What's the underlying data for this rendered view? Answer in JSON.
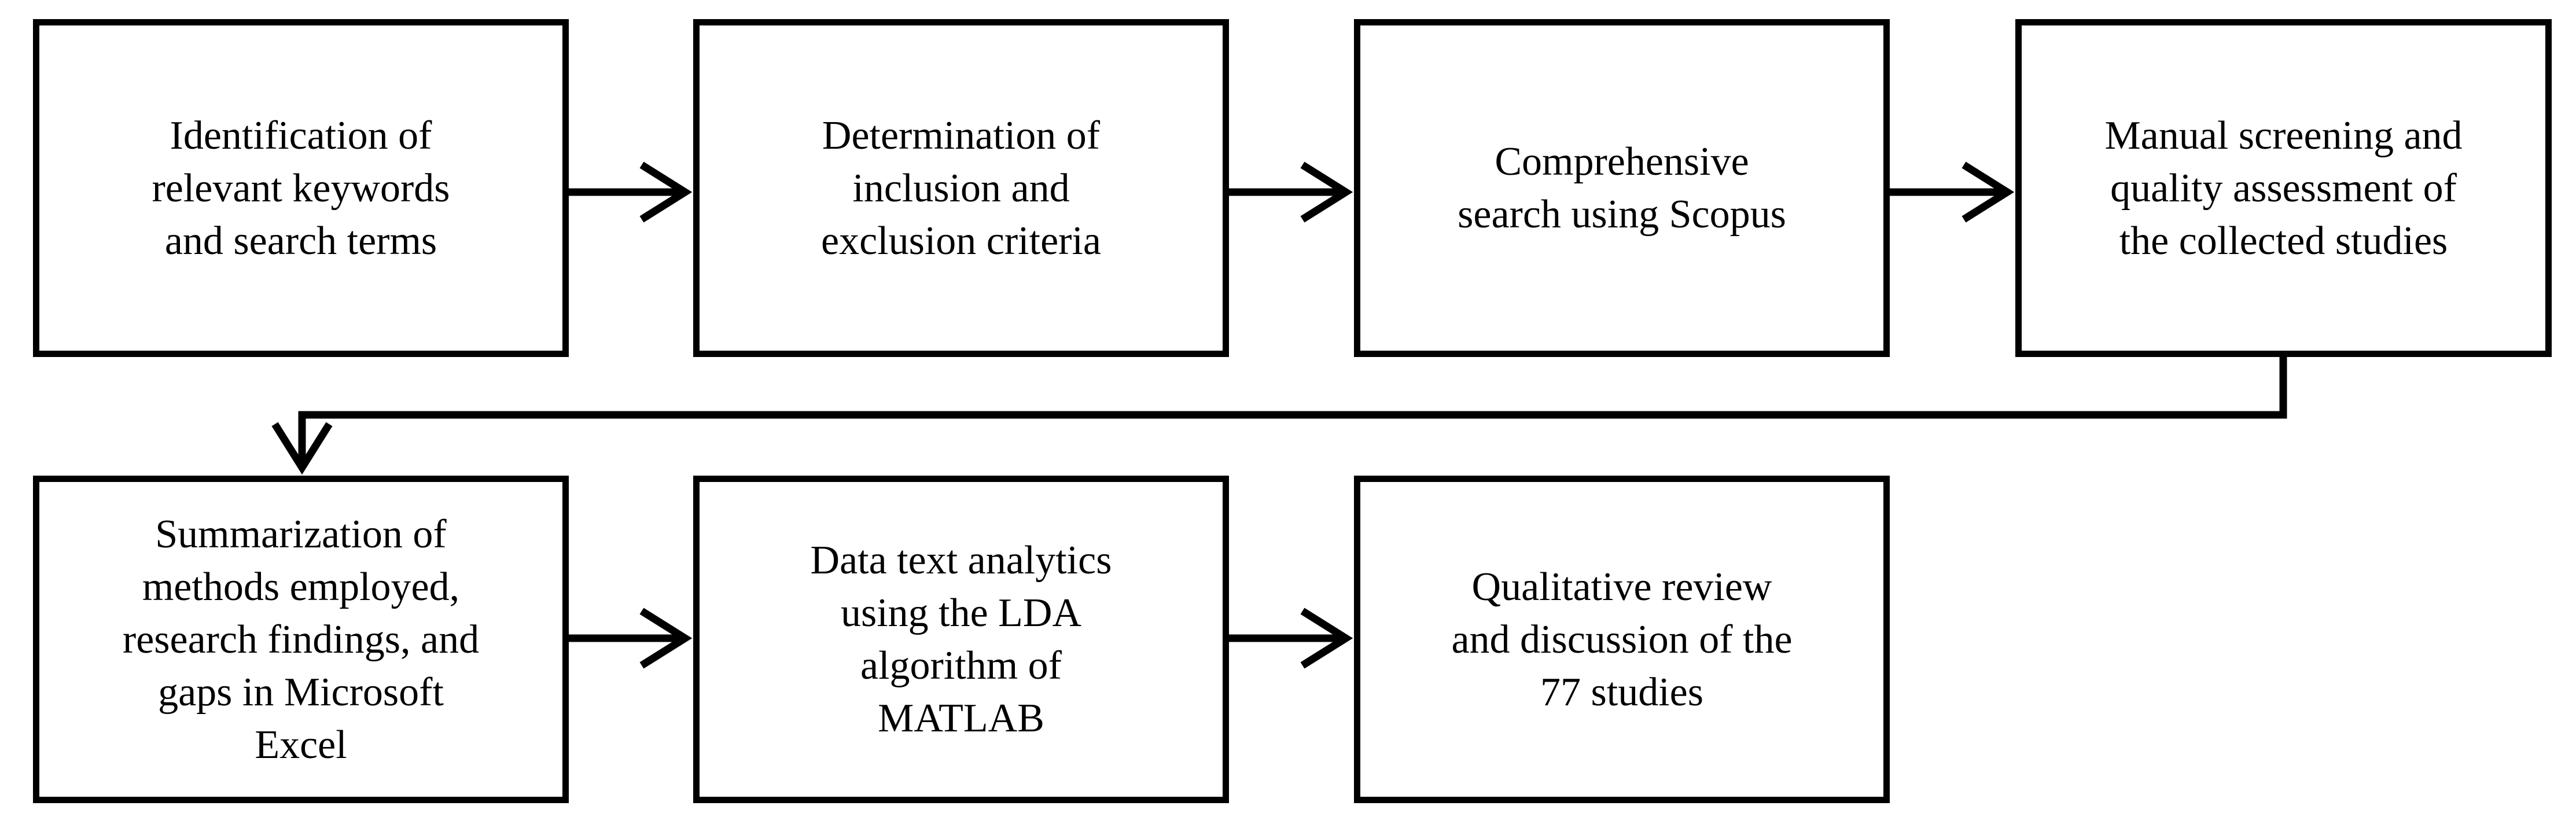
{
  "diagram": {
    "title": "Systematic literature review methodology flowchart",
    "type": "flowchart",
    "orientation": "left-to-right, two rows with wrap",
    "background_color": "#ffffff",
    "stroke_color": "#000000",
    "text_color": "#000000",
    "nodes": [
      {
        "id": "node-1",
        "order": 1,
        "label": "Identification of\nrelevant keywords\nand search terms",
        "row": 1,
        "column": 1
      },
      {
        "id": "node-2",
        "order": 2,
        "label": "Determination of\ninclusion and\nexclusion criteria",
        "row": 1,
        "column": 2
      },
      {
        "id": "node-3",
        "order": 3,
        "label": "Comprehensive\nsearch using Scopus",
        "row": 1,
        "column": 3
      },
      {
        "id": "node-4",
        "order": 4,
        "label": "Manual screening and\nquality assessment of\nthe collected studies",
        "row": 1,
        "column": 4
      },
      {
        "id": "node-5",
        "order": 5,
        "label": "Summarization of\nmethods employed,\nresearch findings, and\ngaps in Microsoft\nExcel",
        "row": 2,
        "column": 1
      },
      {
        "id": "node-6",
        "order": 6,
        "label": "Data text analytics\nusing the LDA\nalgorithm of\nMATLAB",
        "row": 2,
        "column": 2
      },
      {
        "id": "node-7",
        "order": 7,
        "label": "Qualitative review\nand discussion of the\n77 studies",
        "row": 2,
        "column": 3
      }
    ],
    "edges": [
      {
        "id": "edge-1-2",
        "from": "node-1",
        "to": "node-2",
        "style": "straight-right-arrow"
      },
      {
        "id": "edge-2-3",
        "from": "node-2",
        "to": "node-3",
        "style": "straight-right-arrow"
      },
      {
        "id": "edge-3-4",
        "from": "node-3",
        "to": "node-4",
        "style": "straight-right-arrow"
      },
      {
        "id": "edge-4-5",
        "from": "node-4",
        "to": "node-5",
        "style": "elbow-wrap-down-arrow"
      },
      {
        "id": "edge-5-6",
        "from": "node-5",
        "to": "node-6",
        "style": "straight-right-arrow"
      },
      {
        "id": "edge-6-7",
        "from": "node-6",
        "to": "node-7",
        "style": "straight-right-arrow"
      }
    ]
  }
}
